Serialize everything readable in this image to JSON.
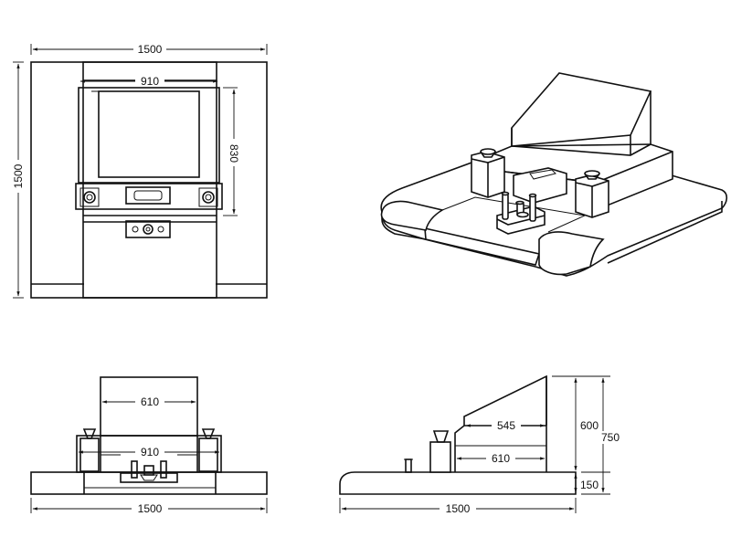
{
  "front_view": {
    "width_label": "1500",
    "screen_width_label": "910",
    "height_label": "1500",
    "screen_height_label": "830"
  },
  "front_elevation": {
    "upper_width_label": "610",
    "lower_width_label": "910",
    "base_width_label": "1500"
  },
  "side_elevation": {
    "upper_depth_label": "545",
    "lower_depth_label": "610",
    "base_length_label": "1500",
    "height_600_label": "600",
    "height_750_label": "750",
    "height_150_label": "150"
  }
}
